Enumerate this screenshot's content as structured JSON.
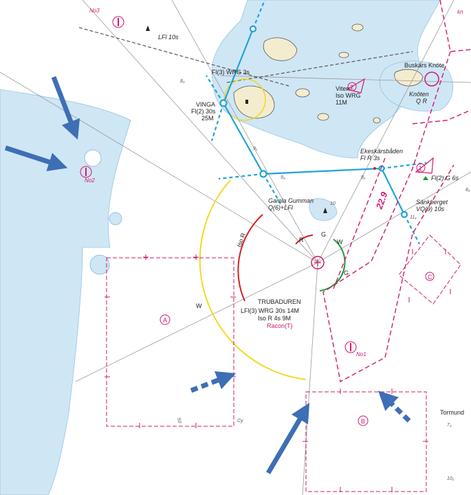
{
  "colors": {
    "water_shallow": "#cfe6f5",
    "land": "#f4eccf",
    "leading_line": "#1fa3d6",
    "restricted_area": "#d0186e",
    "sector_white": "#f0d820",
    "sector_red": "#d42020",
    "sector_green": "#1a9a30",
    "annotation_arrow": "#3e6fb5",
    "chart_line": "#9a9a9a"
  },
  "labels": {
    "no3": "No3",
    "no2": "No2",
    "no1": "No1",
    "kn": "kn",
    "lfl10s": "LFl 10s",
    "fl3_wrg": "Fl(3) WRG 3s",
    "vinga_name": "VINGA",
    "vinga_char": "Fl(2) 30s",
    "vinga_range": "25M",
    "viten_name": "Viten",
    "viten_char": "Iso WRG",
    "viten_range": "11M",
    "buskars": "Buskärs Knöte",
    "knoten_name": "Knöten",
    "knoten_char": "Q R",
    "ekeskar_name": "Ekeskärsbåden",
    "ekeskar_char": "Fl R 3s",
    "gamla_name": "Gamla Gumman",
    "gamla_char": "Q(6)+LFl",
    "sankberget_name": "Sänkberget",
    "sankberget_char": "VQ(9) 10s",
    "fl2g": "Fl(2) G 6s",
    "truba_name": "TRUBADUREN",
    "truba_char1": "LFl(3) WRG 30s 14M",
    "truba_char2": "Iso R 4s 9M",
    "racon": "Racon(T)",
    "iso_r": "Iso R",
    "sector_r": "R",
    "sector_g": "G",
    "sector_w": "W",
    "sector_g2": "G",
    "speed": "22.9",
    "area_a": "A",
    "area_b": "B",
    "area_c": "C",
    "route_1": "1",
    "route_2": "2",
    "tormund": "Tormund",
    "w_left": "W",
    "cy": "Cy",
    "d8a": "8₃",
    "d9a": "9₁",
    "d9b": "9₃",
    "d10": "10",
    "d11": "11₁",
    "d8b": "8₁",
    "d7": "7₃",
    "d10b": "10₁",
    "d8c": "8₂",
    "d50": "50"
  }
}
